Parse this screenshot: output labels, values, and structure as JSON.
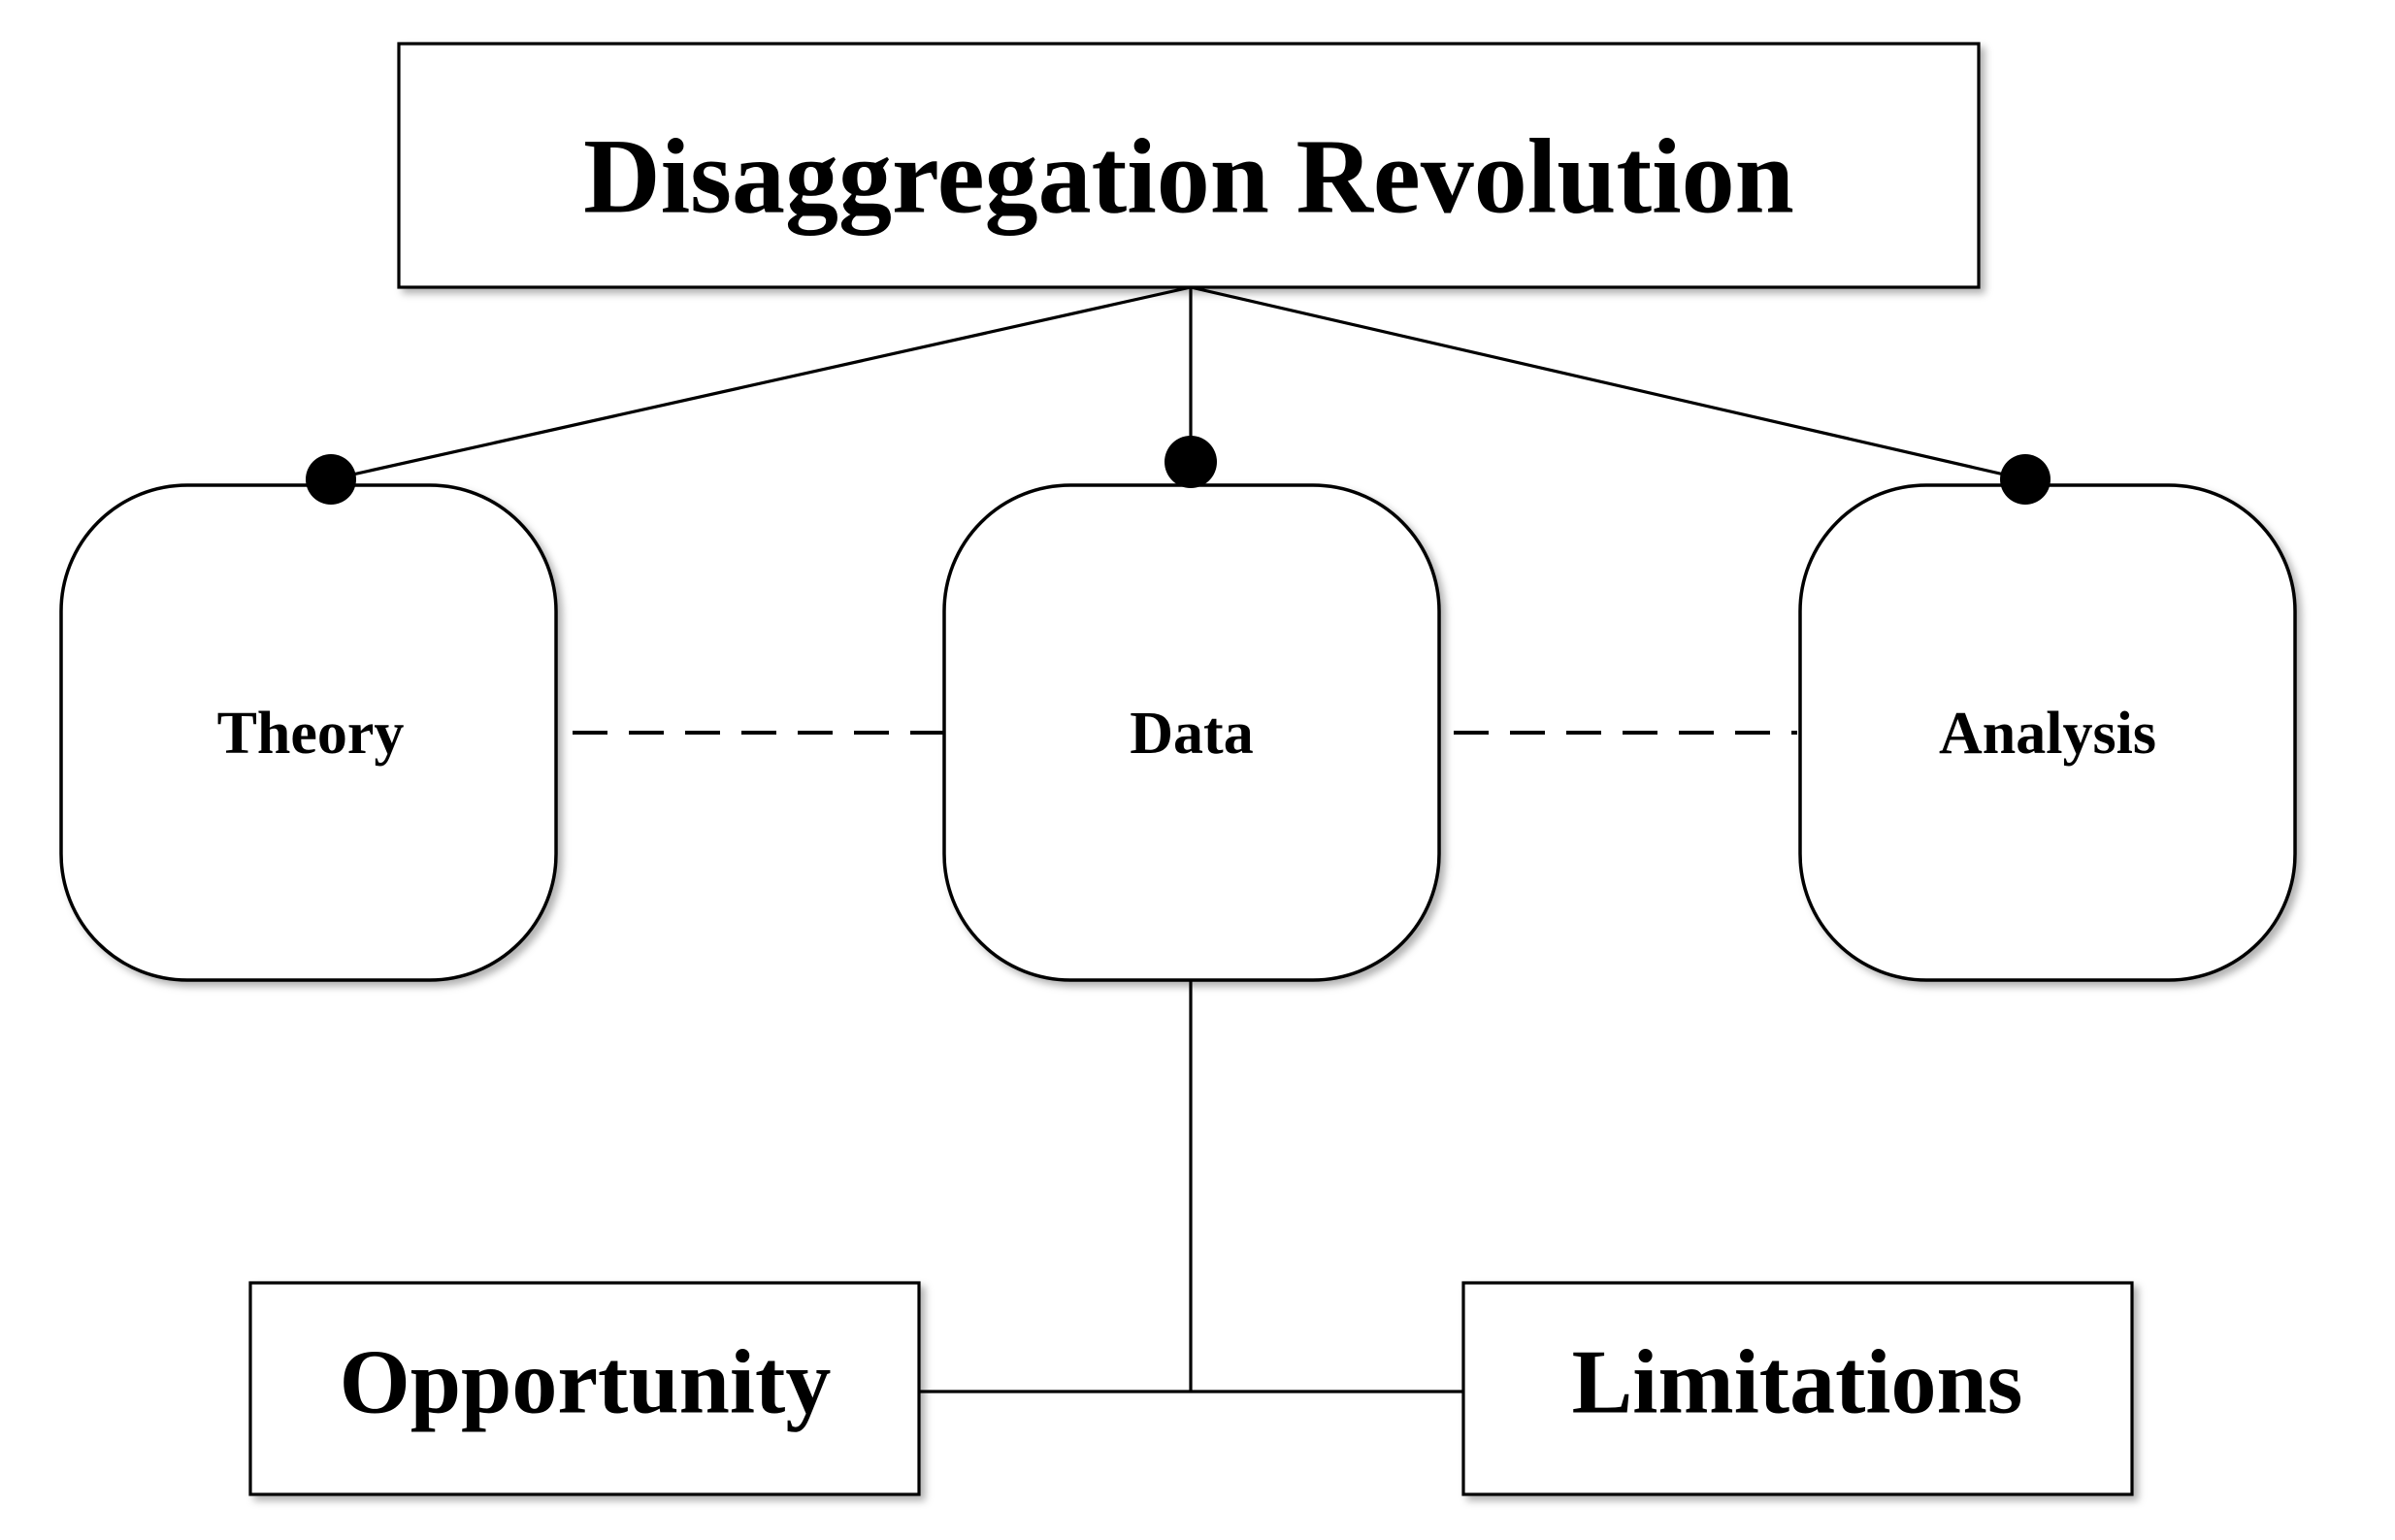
{
  "diagram": {
    "title": "Disaggregation Revolution",
    "nodes": {
      "theory": "Theory",
      "data": "Data",
      "analysis": "Analysis"
    },
    "outcomes": {
      "opportunity": "Opportunity",
      "limitations": "Limitations"
    }
  }
}
